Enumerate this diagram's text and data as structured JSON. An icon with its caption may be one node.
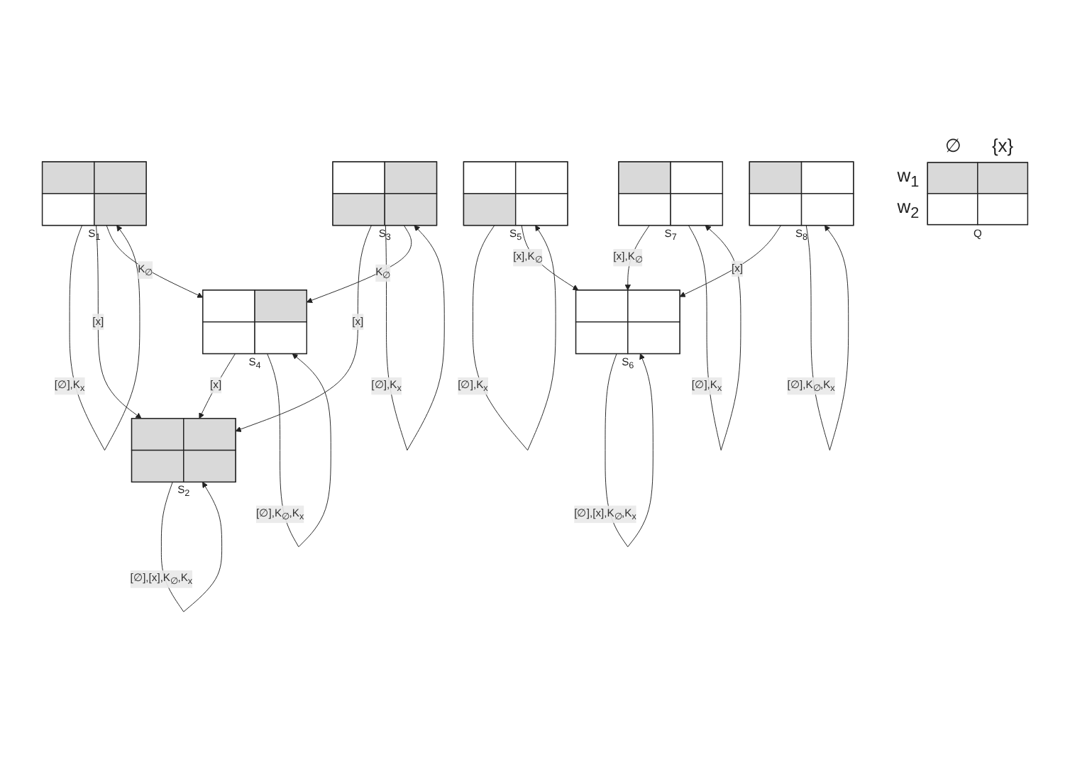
{
  "diagram": {
    "nodes": [
      {
        "text": [],
        "shape": "box",
        "beside": [
          "S$_{1}$"
        ]
      },
      {
        "text": [],
        "shape": "box",
        "beside": [
          "S$_{2}$"
        ]
      },
      {
        "text": [],
        "shape": "box",
        "beside": [
          "S$_{3}$"
        ]
      },
      {
        "text": [],
        "shape": "box",
        "beside": [
          "S$_{4}$"
        ]
      },
      {
        "text": [],
        "shape": "box",
        "beside": [
          "S$_{5}$"
        ]
      },
      {
        "text": [],
        "shape": "box",
        "beside": [
          "S$_{6}$"
        ]
      },
      {
        "text": [],
        "shape": "box",
        "beside": [
          "S$_{7}$"
        ]
      },
      {
        "text": [],
        "shape": "box",
        "beside": [
          "S$_{8}$"
        ]
      },
      {
        "text": [],
        "shape": "box",
        "beside": [
          "Q"
        ]
      }
    ],
    "edges": [
      {
        "from": 0,
        "to": 0,
        "arrow": "to",
        "label": "[∅],K$_{x}$"
      },
      {
        "from": 0,
        "to": 1,
        "arrow": "to",
        "label": "[x]"
      },
      {
        "from": 0,
        "to": 3,
        "arrow": "to",
        "label": "K$_{∅}$"
      },
      {
        "from": 1,
        "to": 1,
        "arrow": "to",
        "label": "[∅],[x],K$_{∅}$,K$_{x}$"
      },
      {
        "from": 3,
        "to": 1,
        "arrow": "to",
        "label": "[x]"
      },
      {
        "from": 2,
        "to": 1,
        "arrow": "to",
        "label": "[x]"
      },
      {
        "from": 2,
        "to": 2,
        "arrow": "to",
        "label": "[∅],K$_{x}$"
      },
      {
        "from": 2,
        "to": 3,
        "arrow": "to",
        "label": "K$_{∅}$"
      },
      {
        "from": 3,
        "to": 3,
        "arrow": "to",
        "label": "[∅],K$_{∅}$,K$_{x}$"
      },
      {
        "from": 4,
        "to": 4,
        "arrow": "to",
        "label": "[∅],K$_{x}$"
      },
      {
        "from": 4,
        "to": 5,
        "arrow": "to",
        "label": "[x],K$_{∅}$"
      },
      {
        "from": 5,
        "to": 5,
        "arrow": "to",
        "label": "[∅],[x],K$_{∅}$,K$_{x}$"
      },
      {
        "from": 7,
        "to": 5,
        "arrow": "to",
        "label": "[x]"
      },
      {
        "from": 6,
        "to": 5,
        "arrow": "to",
        "label": "[x],K$_{∅}$"
      },
      {
        "from": 6,
        "to": 6,
        "arrow": "to",
        "label": "[∅],K$_{x}$"
      },
      {
        "from": 7,
        "to": 7,
        "arrow": "to",
        "label": "[∅],K$_{∅}$,K$_{x}$"
      }
    ],
    "labels": [
      "∅",
      "{x}",
      "w$_{1}$",
      "w$_{2}$"
    ]
  }
}
